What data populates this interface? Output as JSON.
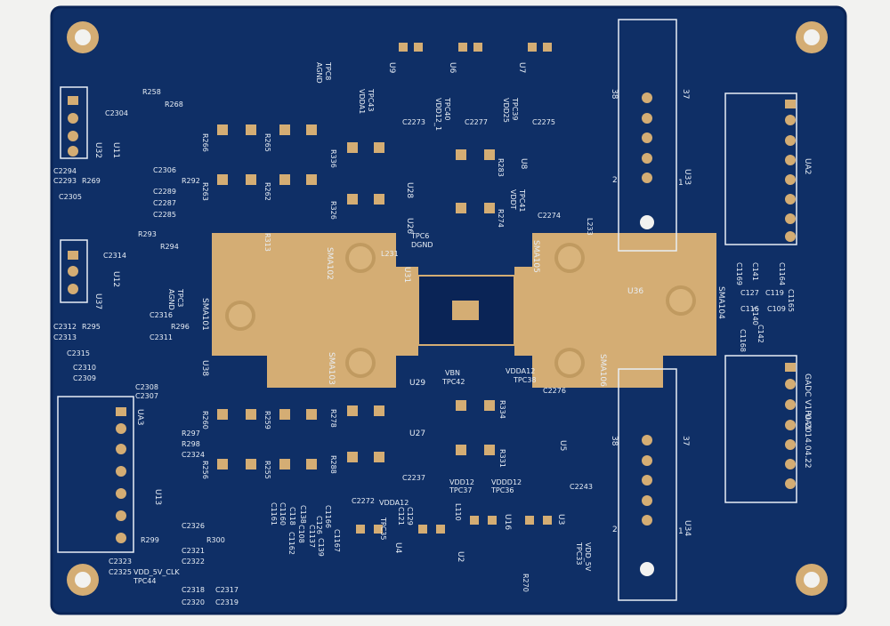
{
  "board": {
    "colors": {
      "mask": "#0f2f66",
      "mask_dark": "#0a2456",
      "copper": "#d4ad74",
      "silk": "#e8eef5",
      "paper": "#f2f2f0"
    },
    "title": "GADC V1P0 2014.04.22",
    "sma": [
      "SMA101",
      "SMA102",
      "SMA103",
      "SMA104",
      "SMA105",
      "SMA106"
    ],
    "chips": [
      "U9",
      "U6",
      "U7",
      "U11",
      "U12",
      "U8",
      "U28",
      "U26",
      "U31",
      "U36",
      "U38",
      "U29",
      "U27",
      "U5",
      "U13",
      "U16",
      "U3",
      "U2",
      "U4"
    ],
    "connectors": [
      "U32",
      "U37",
      "UA3",
      "UA2",
      "UA1",
      "U33",
      "U34"
    ],
    "connector_pins": {
      "left": "38",
      "right": "37",
      "bottom_left": "2",
      "bottom_right": "1"
    },
    "test_points": [
      "TPC8",
      "AGND",
      "TPC43",
      "VDDA1",
      "TPC40",
      "VDD12_1",
      "TPC39",
      "VDD25",
      "TPC41",
      "VDDT",
      "TPC6",
      "DGND",
      "TPC3",
      "AGND",
      "TPC42",
      "VBN",
      "TPC38",
      "VDDA12",
      "TPC37",
      "VDD12",
      "TPC36",
      "VDDD12",
      "TPC35",
      "VDDA12",
      "TPC33",
      "VDD_5V",
      "TPC44",
      "VDD_5V_CLK"
    ],
    "resistors": [
      "R258",
      "R268",
      "R269",
      "R292",
      "R293",
      "R294",
      "R295",
      "R296",
      "R266",
      "R265",
      "R263",
      "R262",
      "R336",
      "R326",
      "R313",
      "R283",
      "R274",
      "R260",
      "R259",
      "R256",
      "R255",
      "R278",
      "R288",
      "R334",
      "R331",
      "R297",
      "R298",
      "R299",
      "R300",
      "R270"
    ],
    "capacitors": [
      "C2304",
      "C2294",
      "C2293",
      "C2306",
      "C2289",
      "C2305",
      "C2287",
      "C2285",
      "C2314",
      "C2316",
      "C2312",
      "C2313",
      "C2311",
      "C2315",
      "C2310",
      "C2309",
      "C2308",
      "C2307",
      "C2273",
      "C2277",
      "C2275",
      "C2274",
      "L233",
      "L231",
      "C2276",
      "C2237",
      "C2243",
      "C2272",
      "C2324",
      "C2326",
      "C2321",
      "C2322",
      "C2323",
      "C2325",
      "C2318",
      "C2317",
      "C2320",
      "C2319",
      "C1169",
      "C141",
      "C1164",
      "C1165",
      "C127",
      "C119",
      "C116",
      "C109",
      "C140",
      "C142",
      "C1168",
      "C1161",
      "C1160",
      "C1162",
      "C138",
      "C1137",
      "C139",
      "C1166",
      "C1167",
      "C118",
      "C108",
      "C126",
      "L110",
      "C121",
      "C129"
    ]
  }
}
